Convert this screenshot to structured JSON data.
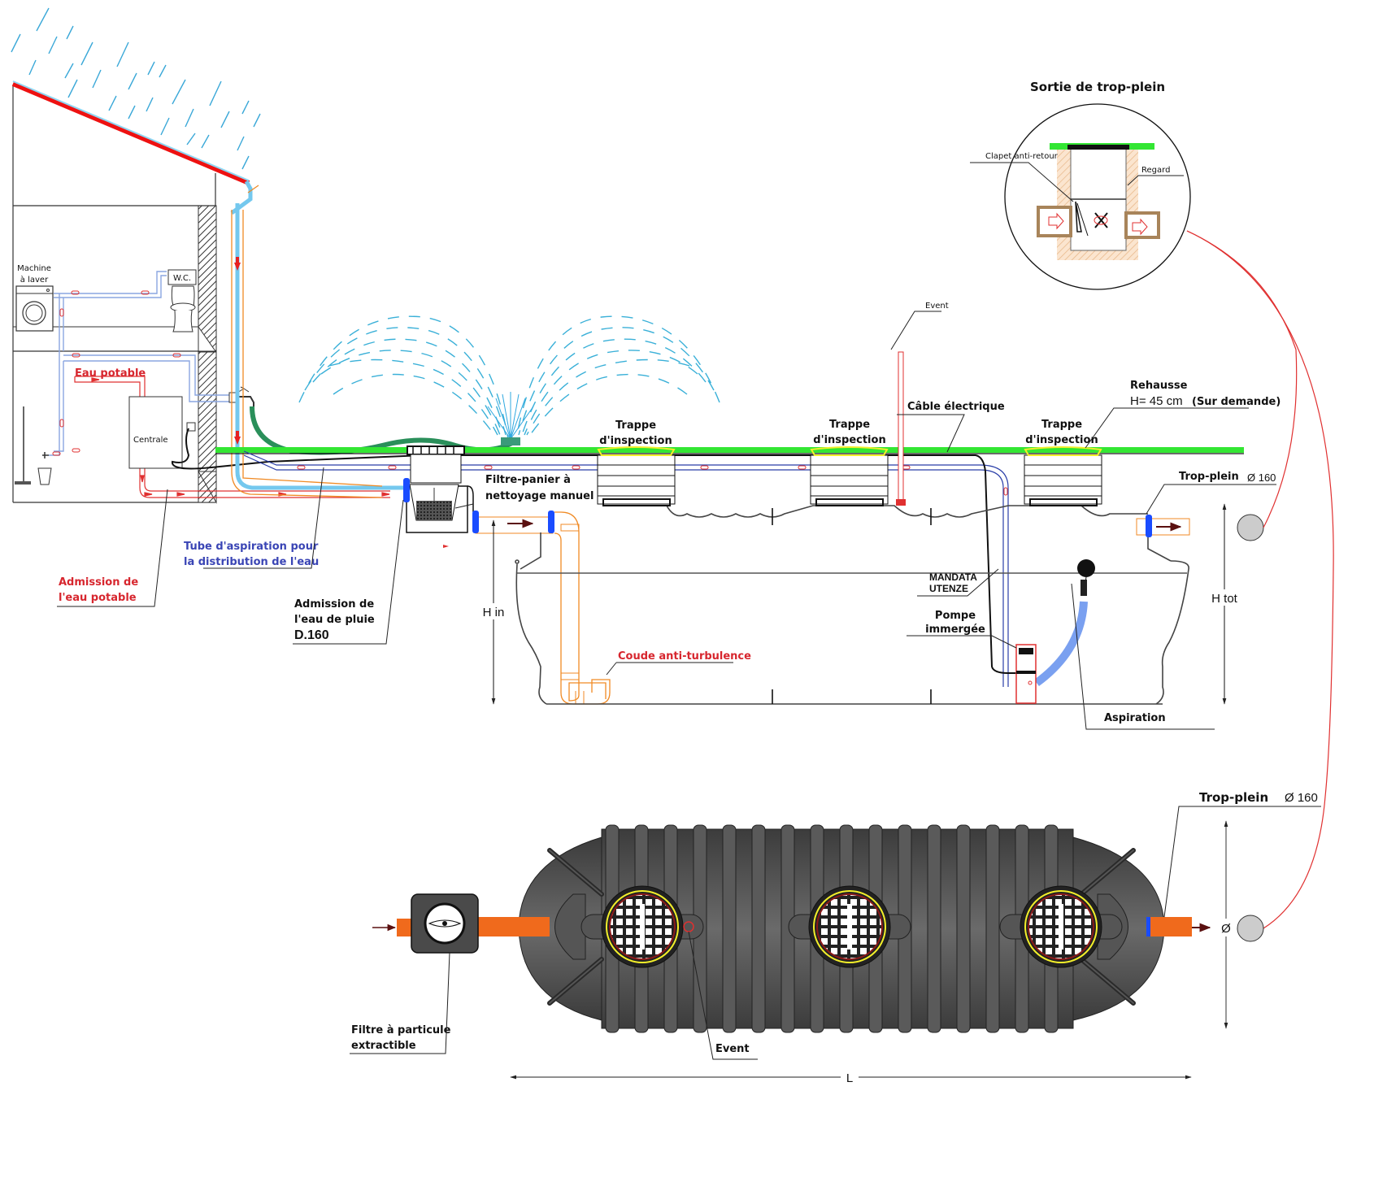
{
  "title": "Sortie de trop-plein",
  "house": {
    "washing_machine": [
      "Machine",
      "à laver"
    ],
    "wc": "W.C.",
    "centrale": "Centrale",
    "eau_potable": "Eau potable"
  },
  "labels": {
    "admission_eau_potable": [
      "Admission de",
      "l'eau potable"
    ],
    "tube_aspiration": [
      "Tube d'aspiration pour",
      "la distribution de l'eau"
    ],
    "admission_eau_pluie": [
      "Admission de",
      "l'eau de pluie",
      "D.160"
    ],
    "filtre_panier": [
      "Filtre-panier à",
      "nettoyage manuel"
    ],
    "trappe_inspection": [
      "Trappe",
      "d'inspection"
    ],
    "event_top": "Event",
    "cable_electrique": "Câble électrique",
    "rehausse": "Rehausse",
    "rehausse_height": "H= 45 cm",
    "rehausse_note": "(Sur demande)",
    "trop_plein": "Trop-plein",
    "trop_plein_diameter": "Ø 160",
    "mandata_utenze": [
      "MANDATA",
      "UTENZE"
    ],
    "pompe_immergee": [
      "Pompe",
      "immergée"
    ],
    "aspiration": "Aspiration",
    "coude_anti_turbulence": "Coude anti-turbulence",
    "h_in": "H in",
    "h_tot": "H tot",
    "filtre_particule": [
      "Filtre à particule",
      "extractible"
    ],
    "event_bottom": "Event",
    "dim_length": "L",
    "dim_diameter": "Ø"
  },
  "detail": {
    "title": "Sortie de trop-plein",
    "clapet": "Clapet anti-retour",
    "regard": "Regard"
  },
  "colors": {
    "rain": "#3aa8d8",
    "grass": "#33e633",
    "potable": "#e03030",
    "rainwater_pipe": "#f08a24",
    "distribution": "#2a3ea8",
    "tank_top_view": "#4a4a4a",
    "overflow_pipe": "#f06a1c"
  }
}
